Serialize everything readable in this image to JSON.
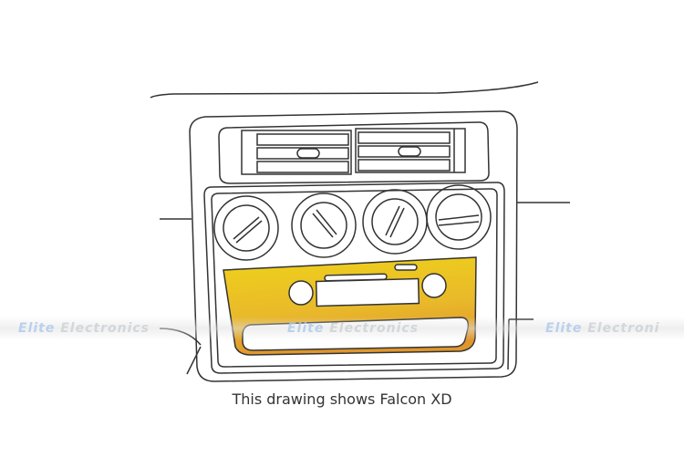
{
  "caption": "This drawing shows Falcon XD",
  "watermark": {
    "part1": "Elite",
    "part2": "Electronics",
    "part2_cut": "Electroni"
  },
  "colors": {
    "line": "#333333",
    "panel_top": "#e8c21a",
    "panel_bottom": "#e29a2a"
  }
}
